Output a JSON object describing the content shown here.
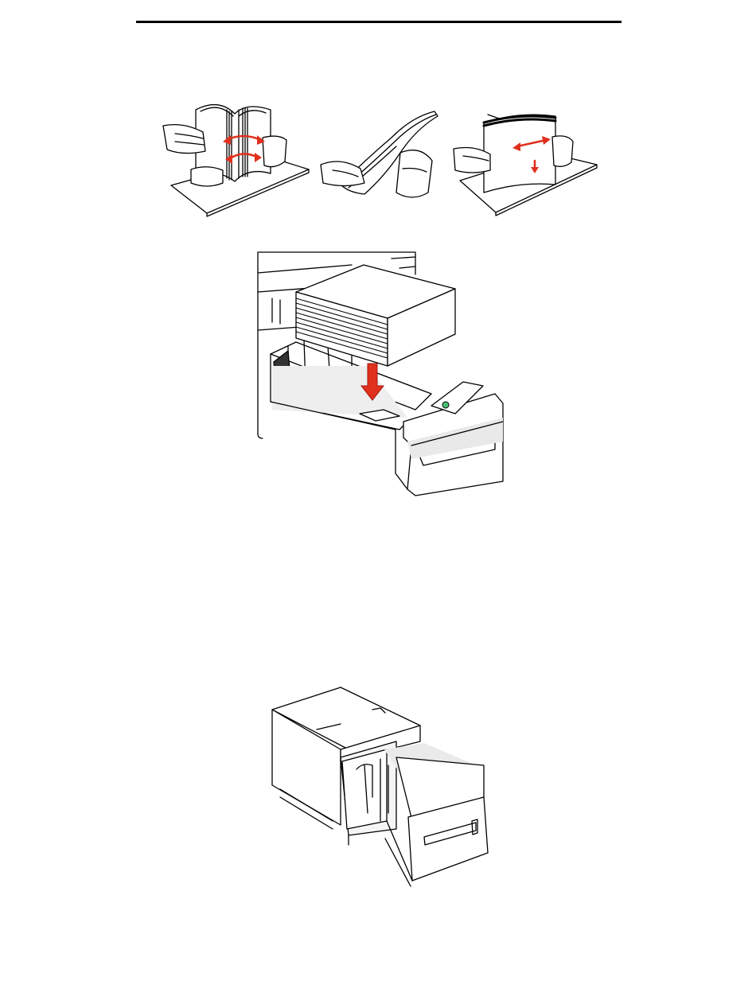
{
  "figures": [
    {
      "name": "flex-paper-stack",
      "icon": "hands-flexing-paper"
    },
    {
      "name": "fan-paper-stack",
      "icon": "hands-fanning-paper"
    },
    {
      "name": "straighten-paper-stack",
      "icon": "hands-straightening-paper"
    },
    {
      "name": "load-paper-into-tray",
      "icon": "paper-stack-into-drawer"
    },
    {
      "name": "high-capacity-feeder-open",
      "icon": "feeder-drawer-open"
    }
  ],
  "colors": {
    "accent_arrow": "#e0301e",
    "line": "#000000",
    "tray_green": "#4bbf73"
  }
}
